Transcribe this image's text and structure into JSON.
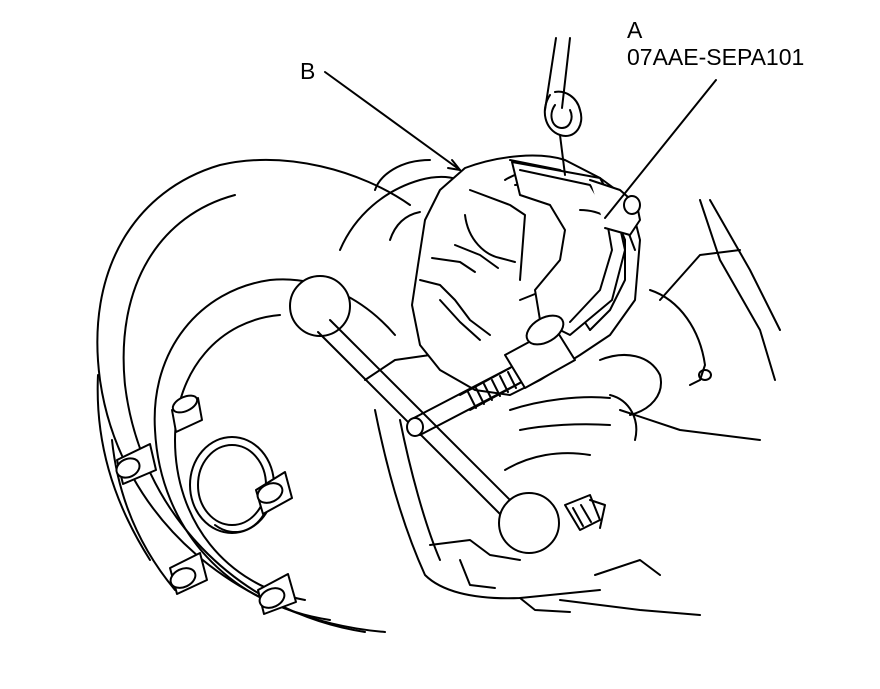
{
  "callouts": {
    "a": {
      "letter": "A",
      "part_number": "07AAE-SEPA101"
    },
    "b": {
      "letter": "B"
    }
  },
  "colors": {
    "ink": "#000000",
    "paper": "#ffffff"
  }
}
